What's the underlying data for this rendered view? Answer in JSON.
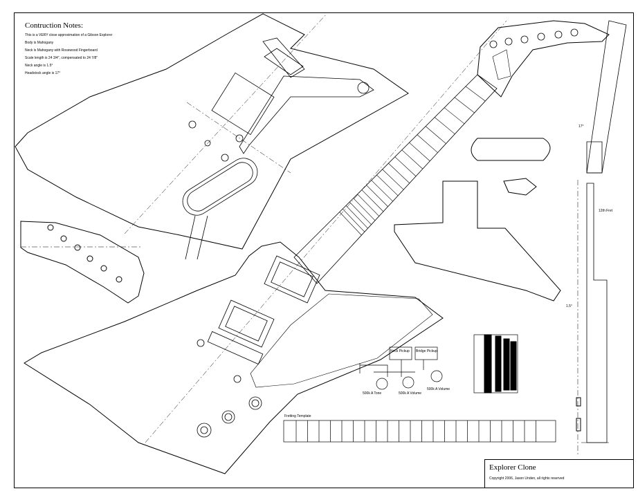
{
  "notes": {
    "heading": "Contruction Notes:",
    "lines": [
      "This is a VERY close approximation of a Gibson Explorer",
      "Body is Mahogany",
      "Neck is Mahogany with Rosewood Fingerboard",
      "Scale length is 24 3/4\", compensated to 24 7/8\"",
      "Neck angle is 1.5°",
      "Headstock angle is 17°"
    ]
  },
  "title_block": {
    "title": "Explorer Clone",
    "copyright": "Copyright 2006, Jason Unden, all rights reserved"
  },
  "wiring": {
    "neck_pickup": "Neck Pickup",
    "bridge_pickup": "Bridge Pickup",
    "tone": "500k A Tone",
    "volume1": "500k A Volume",
    "volume2": "500k A Volume"
  },
  "labels": {
    "fretting_template": "Fretting Template",
    "neck_angle": "1.5°",
    "head_angle": "17°",
    "twelfth_fret": "12th Fret"
  }
}
